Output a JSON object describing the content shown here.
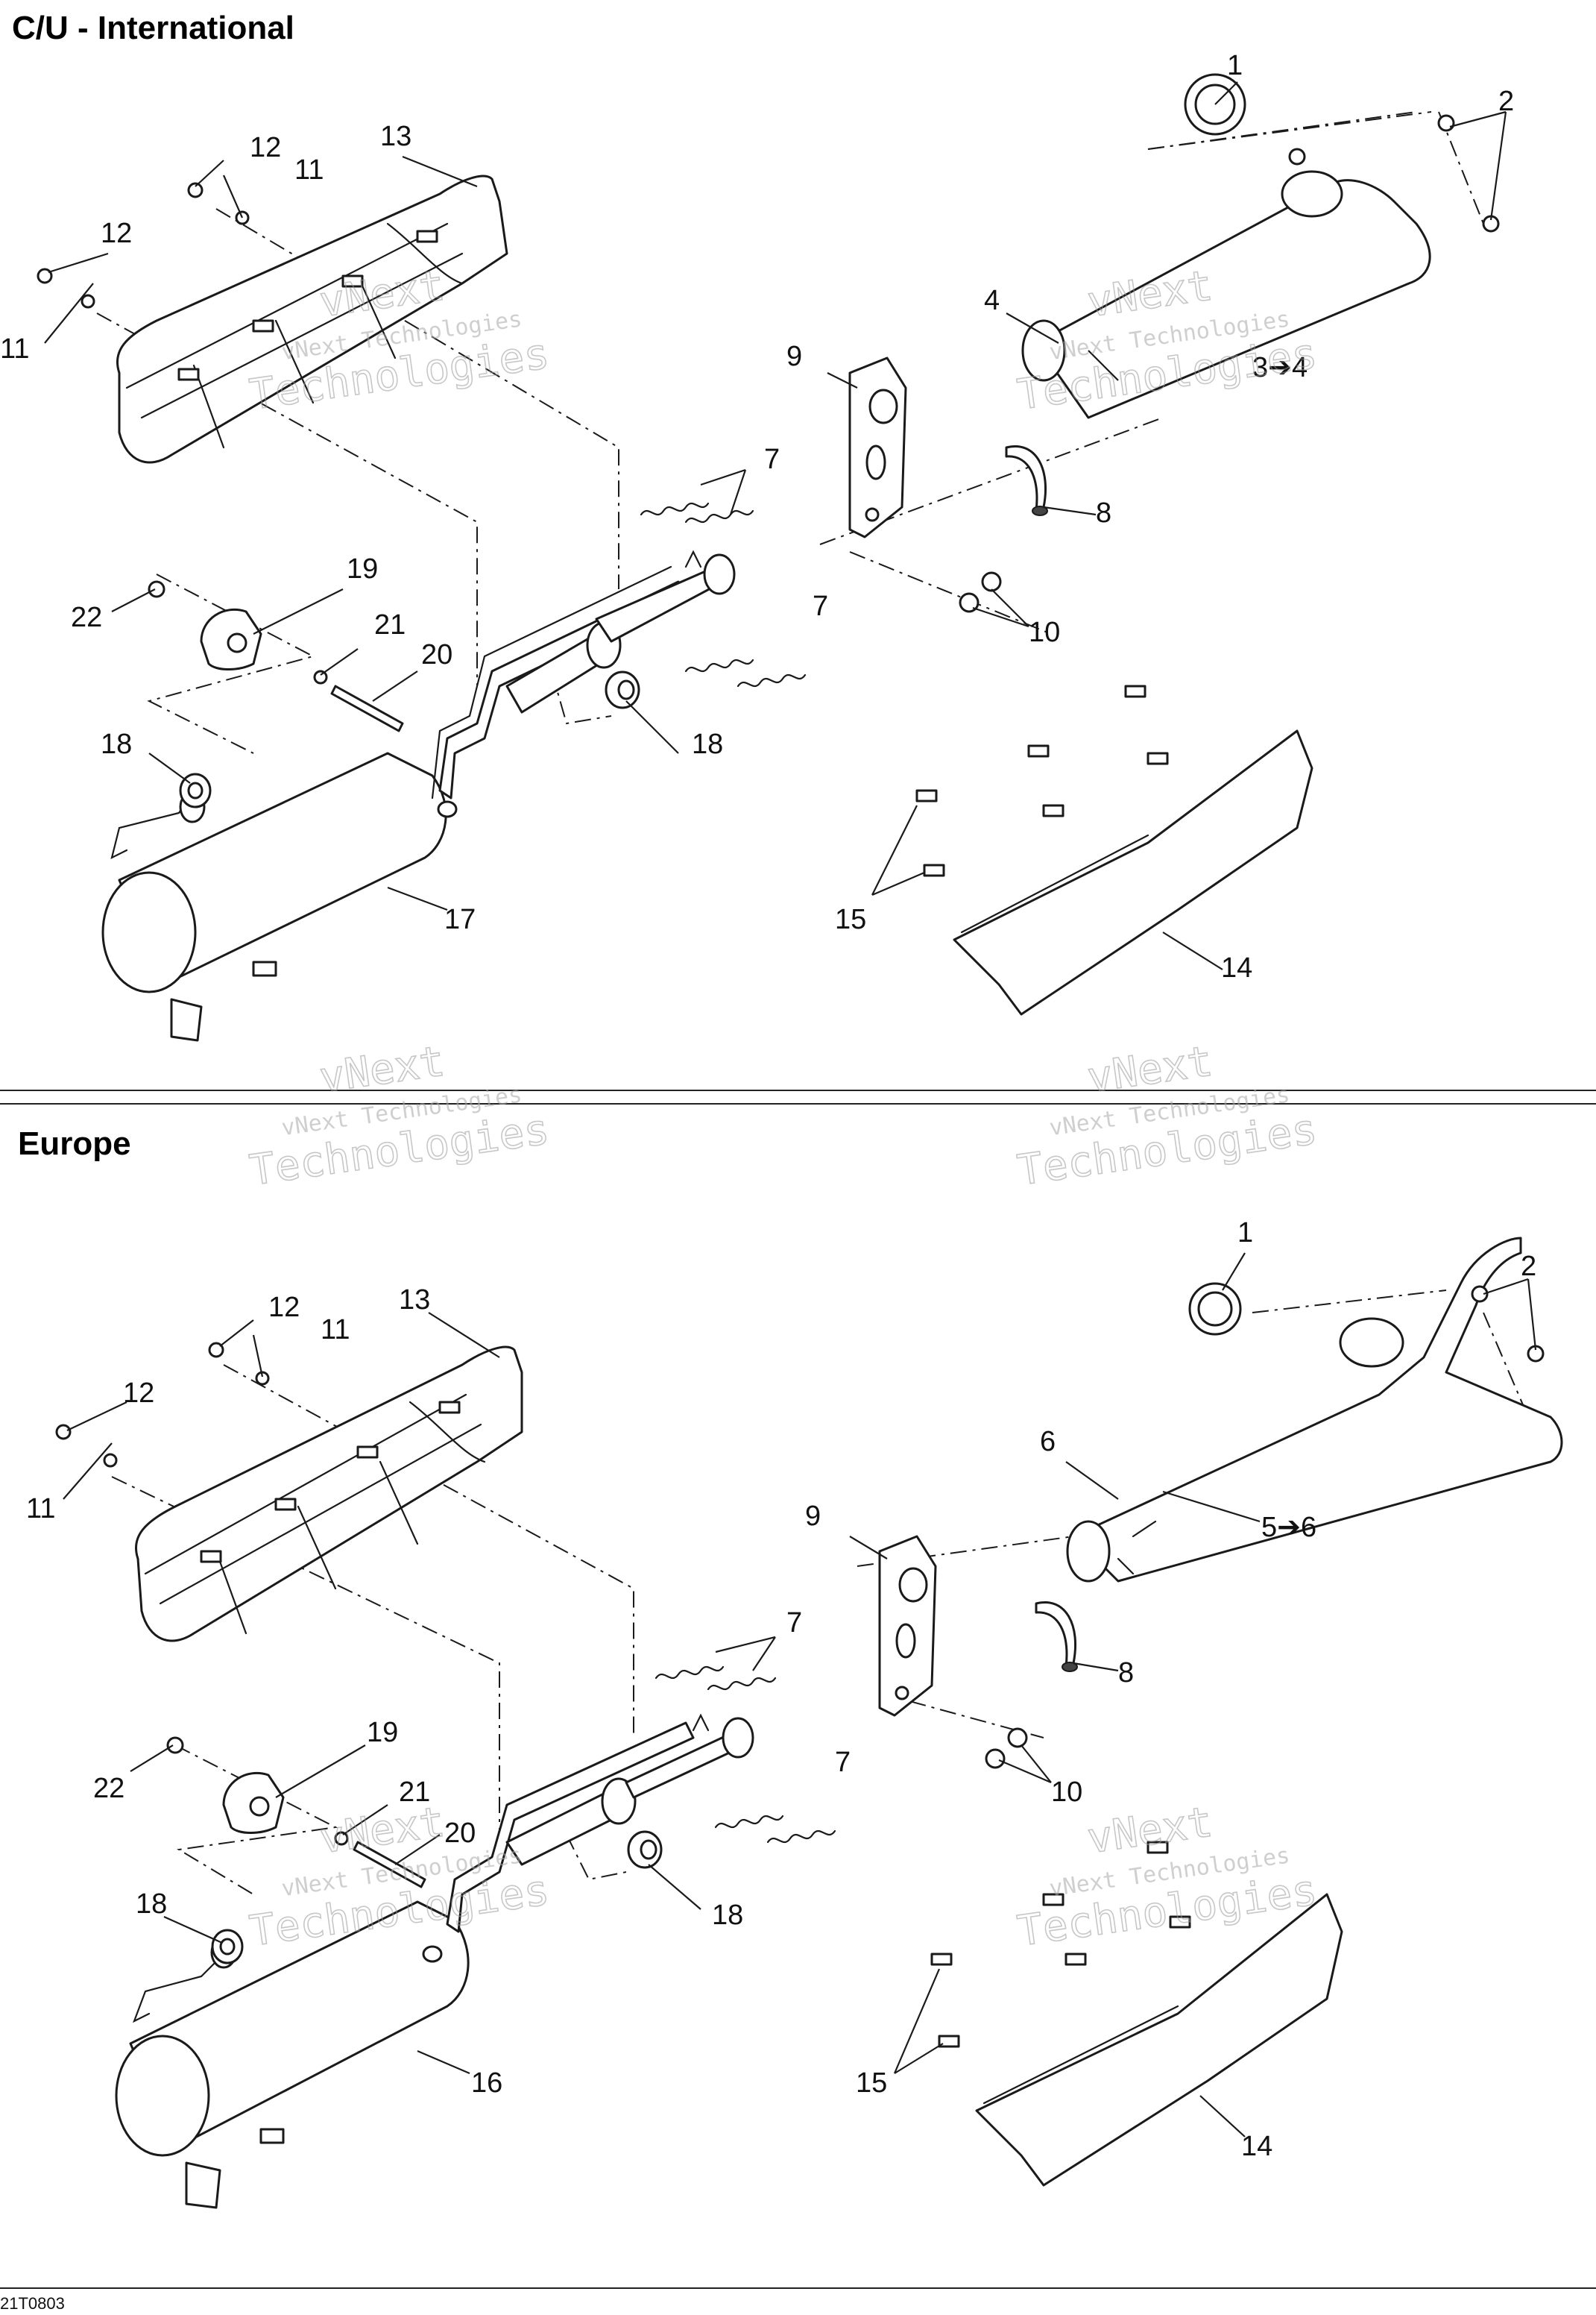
{
  "sections": [
    {
      "title": "C/U - International",
      "callouts": [
        "1",
        "2",
        "3➔4",
        "4",
        "7",
        "7",
        "8",
        "9",
        "10",
        "11",
        "11",
        "12",
        "12",
        "13",
        "14",
        "15",
        "17",
        "18",
        "18",
        "19",
        "20",
        "21",
        "22"
      ]
    },
    {
      "title": "Europe",
      "callouts": [
        "1",
        "2",
        "5➔6",
        "6",
        "7",
        "7",
        "8",
        "9",
        "10",
        "11",
        "11",
        "12",
        "12",
        "13",
        "14",
        "15",
        "16",
        "18",
        "18",
        "19",
        "20",
        "21",
        "22"
      ]
    }
  ],
  "watermark": {
    "line1": "vNext",
    "line2": "vNext Technologies",
    "line3": "Technologies"
  },
  "figure_code": "21T0803"
}
